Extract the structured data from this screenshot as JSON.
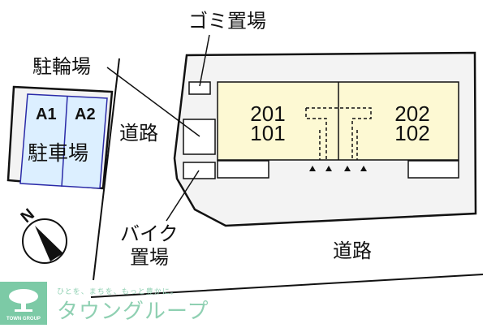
{
  "labels": {
    "garbage": "ゴミ置場",
    "bicycle_parking": "駐輪場",
    "road_west": "道路",
    "motorbike_line1": "バイク",
    "motorbike_line2": "置場",
    "road_south": "道路",
    "parking": "駐車場",
    "parking_slot_1": "A1",
    "parking_slot_2": "A2"
  },
  "units": {
    "left_upper": "201",
    "left_lower": "101",
    "right_upper": "202",
    "right_lower": "102"
  },
  "compass": {
    "label": "N"
  },
  "branding": {
    "logo_caption": "TOWN GROUP",
    "tagline": "ひとを、まちを、もっと豊かに。",
    "name": "タウングループ"
  },
  "colors": {
    "site_fill": "#f3f3f3",
    "building_fill": "#fdf9d3",
    "parking_fill": "#dcefff",
    "parking_border": "#2a2aa8",
    "brand": "#7ccaa6"
  }
}
